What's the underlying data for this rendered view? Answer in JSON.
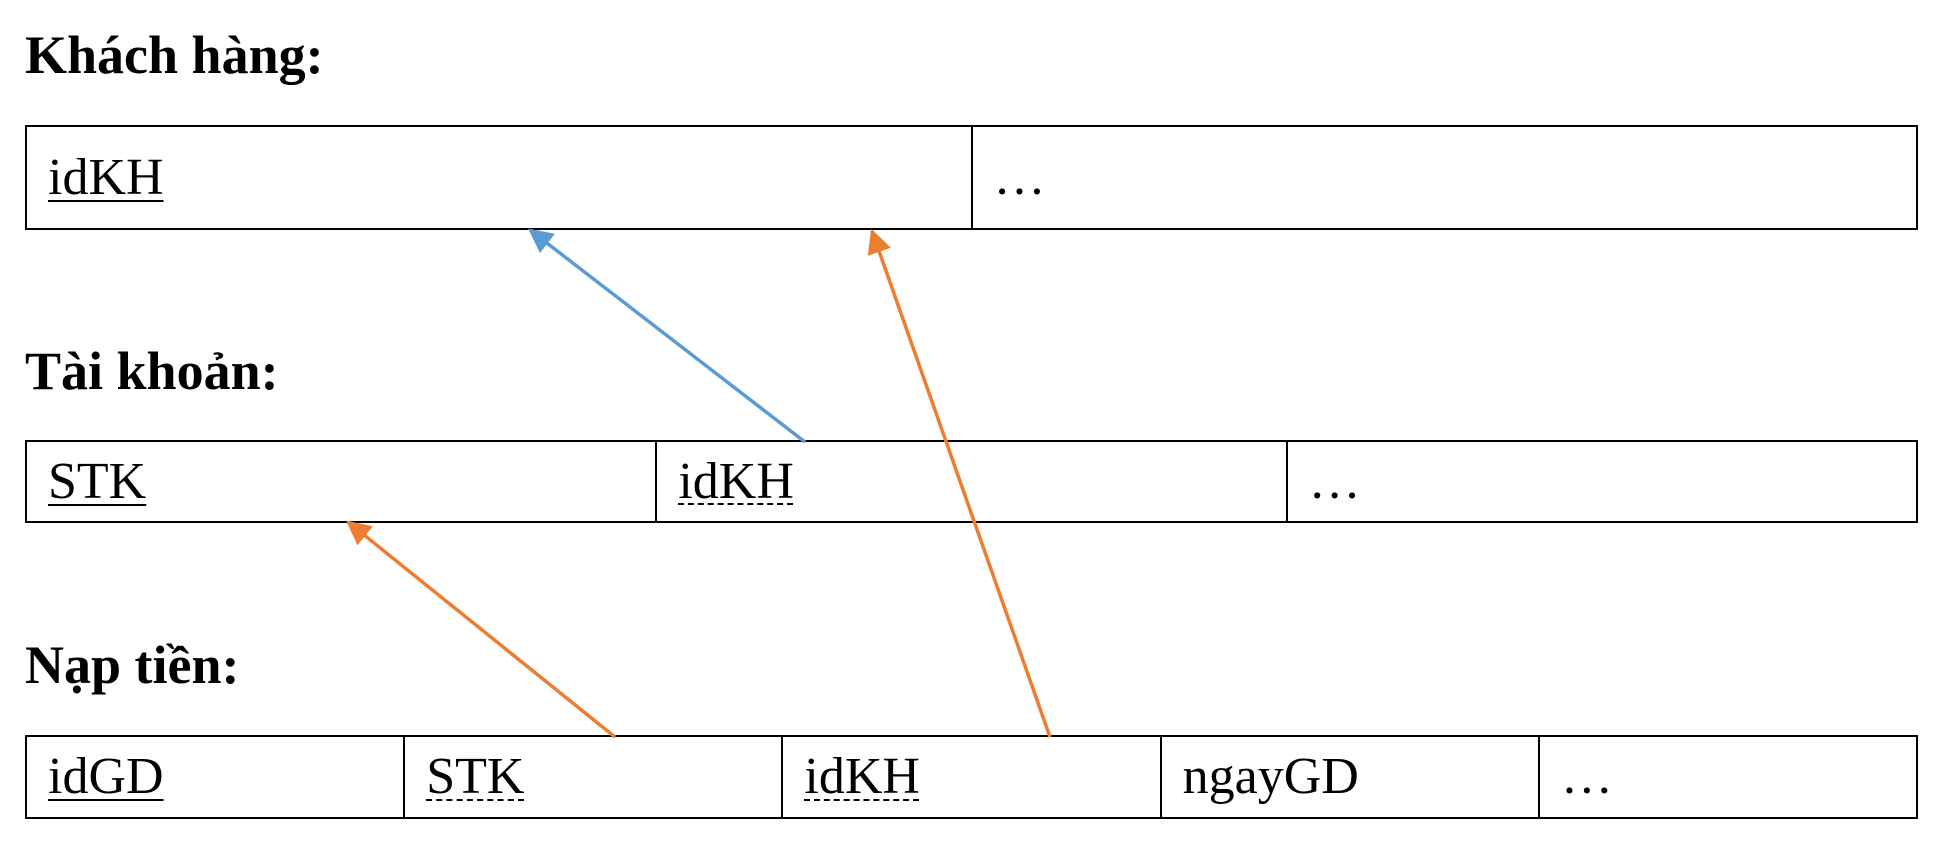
{
  "tables": [
    {
      "id": "khach-hang",
      "title": "Khách hàng:",
      "columns": [
        {
          "label": "idKH",
          "key": "pk"
        },
        {
          "label": "…",
          "key": "none"
        }
      ]
    },
    {
      "id": "tai-khoan",
      "title": "Tài khoản:",
      "columns": [
        {
          "label": "STK",
          "key": "pk"
        },
        {
          "label": "idKH",
          "key": "fk"
        },
        {
          "label": "…",
          "key": "none"
        }
      ]
    },
    {
      "id": "nap-tien",
      "title": "Nạp tiền:",
      "columns": [
        {
          "label": "idGD",
          "key": "pk"
        },
        {
          "label": "STK",
          "key": "fk"
        },
        {
          "label": "idKH",
          "key": "fk"
        },
        {
          "label": "ngayGD",
          "key": "none"
        },
        {
          "label": "…",
          "key": "none"
        }
      ]
    }
  ],
  "relationships": [
    {
      "from": "tai-khoan.idKH",
      "to": "khach-hang.idKH",
      "color": "#5B9BD5"
    },
    {
      "from": "nap-tien.STK",
      "to": "tai-khoan.STK",
      "color": "#ED7D31"
    },
    {
      "from": "nap-tien.idKH",
      "to": "khach-hang.idKH",
      "color": "#ED7D31"
    }
  ]
}
